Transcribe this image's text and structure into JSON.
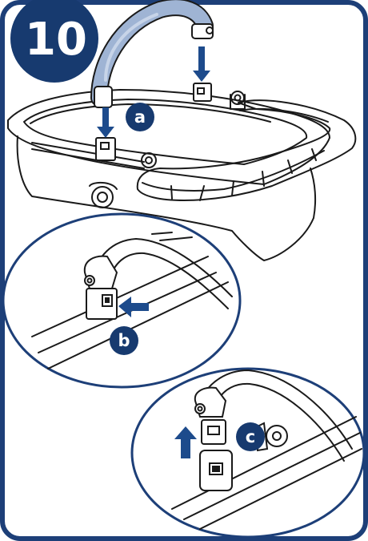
{
  "step": {
    "number": "10"
  },
  "callouts": {
    "a": "a",
    "b": "b",
    "c": "c"
  },
  "colors": {
    "frame": "#1d3f78",
    "badge": "#173a6f",
    "handle": "#9fb4d4",
    "arrow": "#1d4b8c",
    "line": "#1a1a1a",
    "background": "#ffffff"
  },
  "icons": {
    "arrow_down": "arrow-down-icon",
    "arrow_right": "arrow-right-icon",
    "arrow_up": "arrow-up-icon"
  }
}
